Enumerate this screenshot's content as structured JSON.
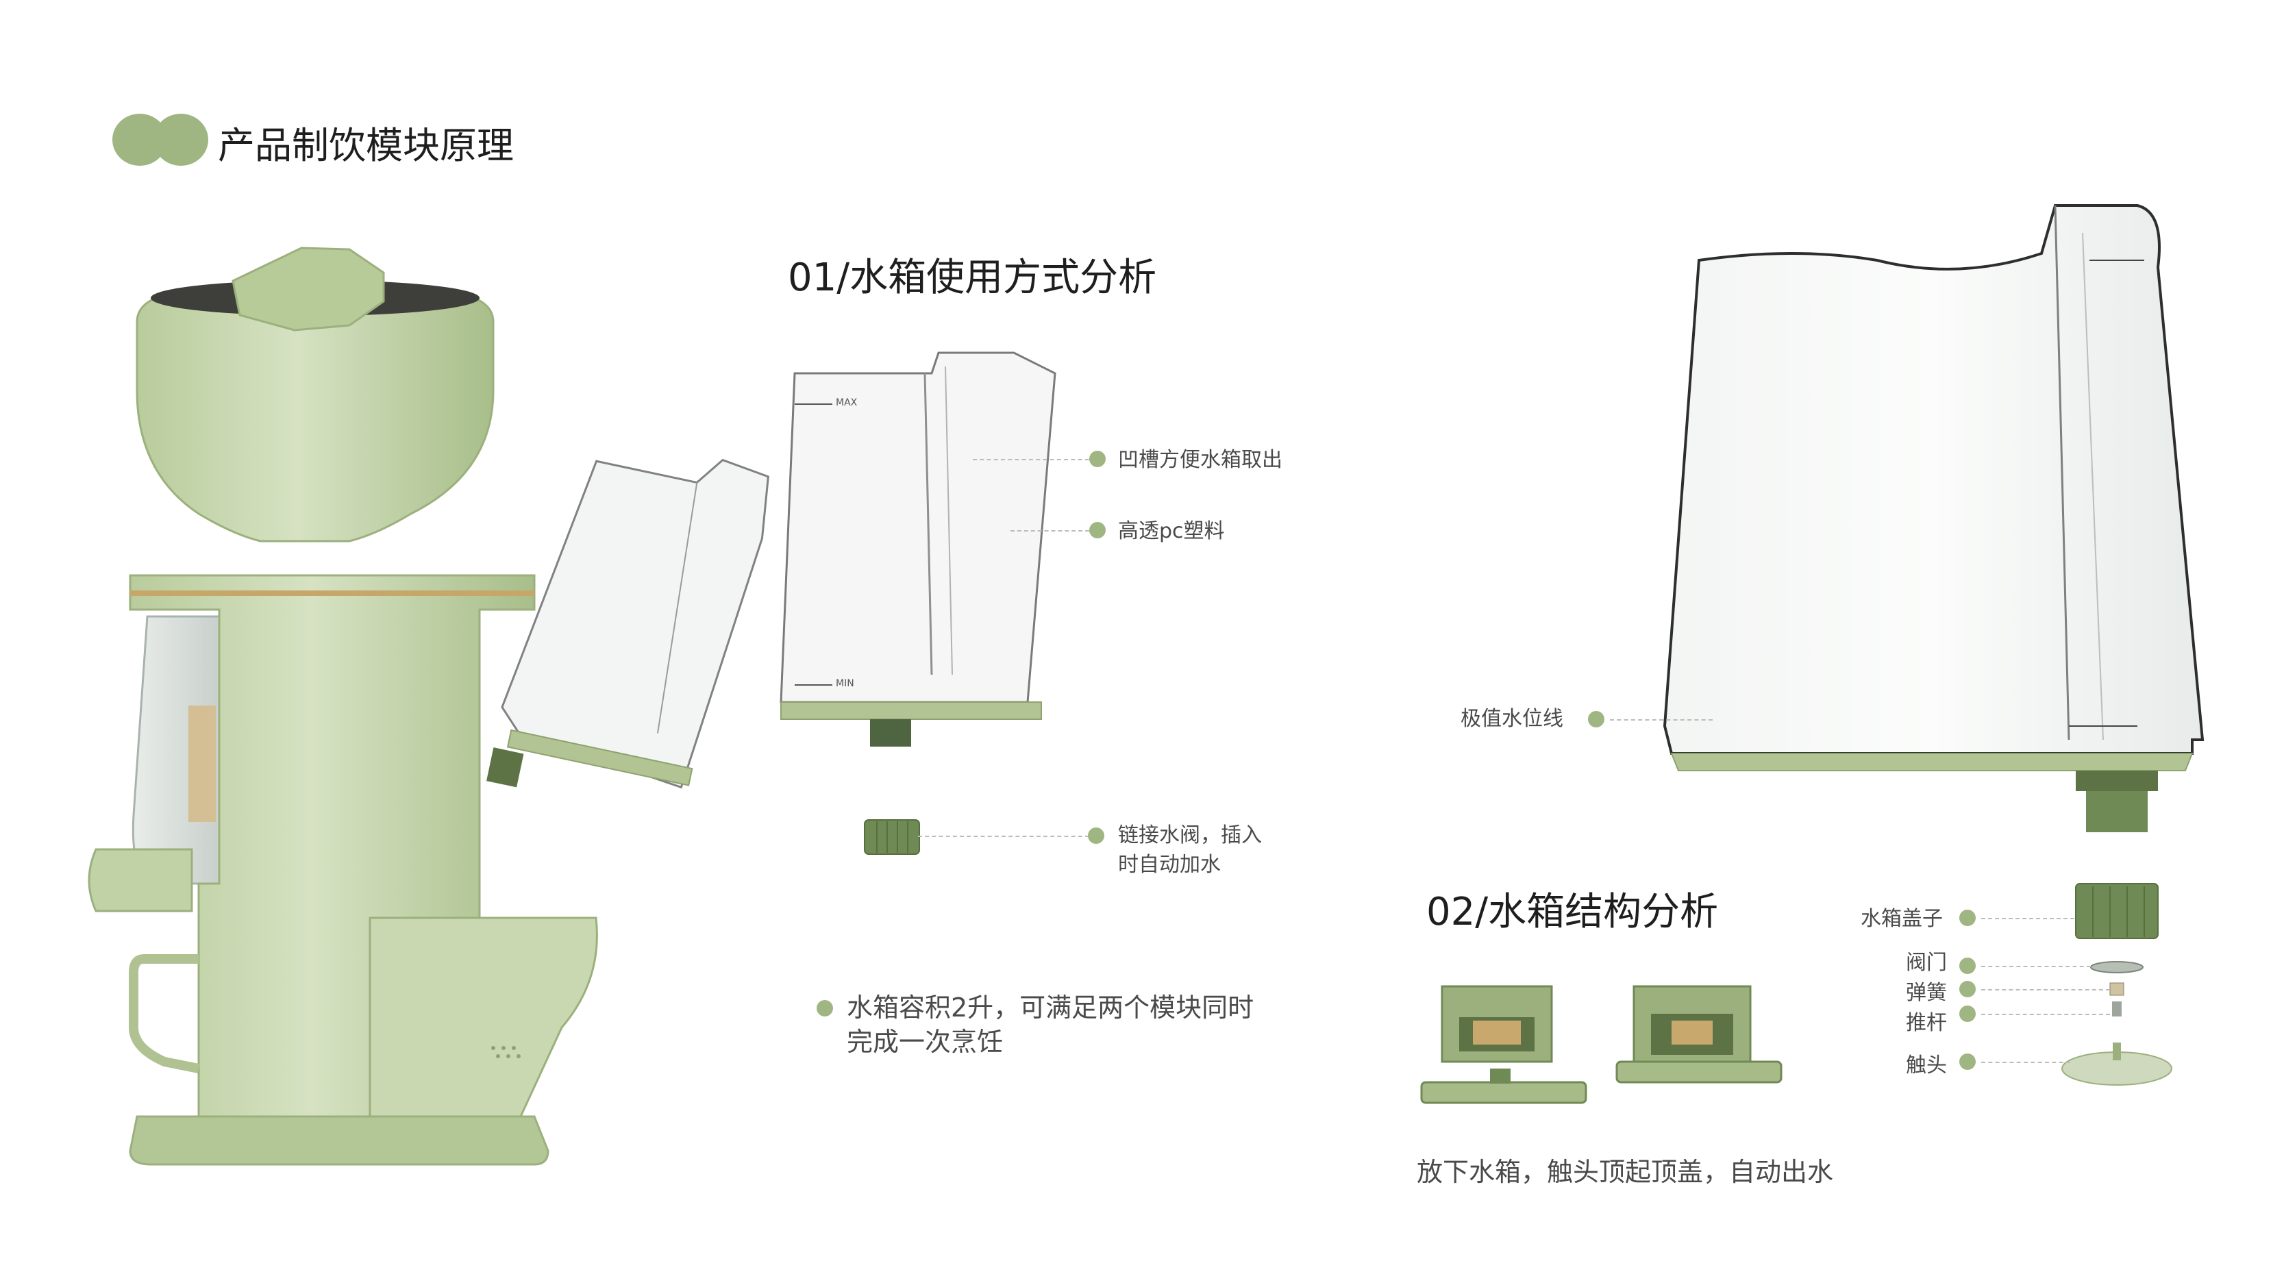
{
  "page": {
    "title": "产品制饮模块原理",
    "brand_color": "#9fb682",
    "light_green": "#cddcb4",
    "dark_green": "#6f8a55"
  },
  "section1": {
    "heading": "01/水箱使用方式分析",
    "callouts": {
      "groove": "凹槽方便水箱取出",
      "material": "高透pc塑料",
      "valve_line1": "链接水阀，插入",
      "valve_line2": "时自动加水"
    },
    "note_line1": "水箱容积2升，可满足两个模块同时",
    "note_line2": "完成一次烹饪",
    "tank_marks": {
      "max": "MAX",
      "min": "MIN"
    }
  },
  "section_right": {
    "water_level_label": "极值水位线"
  },
  "section2": {
    "heading": "02/水箱结构分析",
    "parts": {
      "cap": "水箱盖子",
      "valve": "阀门",
      "spring": "弹簧",
      "rod": "推杆",
      "contact": "触头"
    },
    "caption": "放下水箱，触头顶起顶盖，自动出水"
  }
}
